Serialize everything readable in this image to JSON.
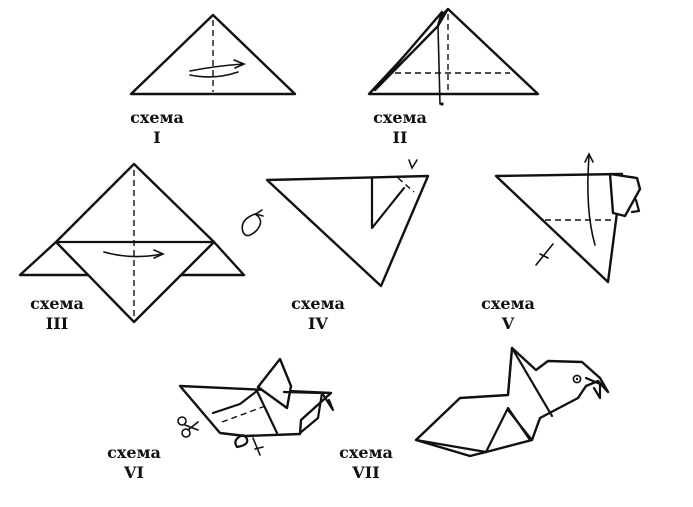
{
  "schemes": [
    {
      "word": "схема",
      "numeral": "I"
    },
    {
      "word": "схема",
      "numeral": "II"
    },
    {
      "word": "схема",
      "numeral": "III"
    },
    {
      "word": "схема",
      "numeral": "IV"
    },
    {
      "word": "схема",
      "numeral": "V"
    },
    {
      "word": "схема",
      "numeral": "VI"
    },
    {
      "word": "схема",
      "numeral": "VII"
    }
  ],
  "colors": {
    "ink": "#111111",
    "paper": "#ffffff"
  }
}
